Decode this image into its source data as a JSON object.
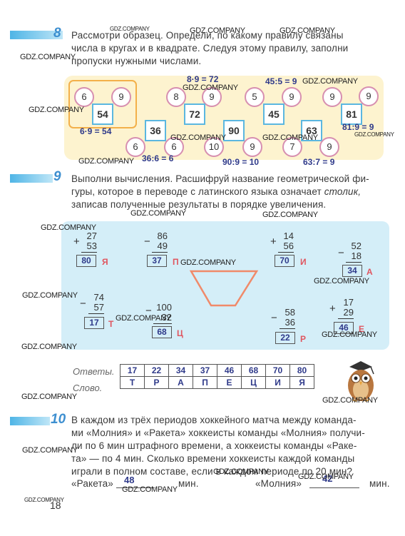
{
  "watermark": "GDZ.COMPANY",
  "task8": {
    "number": "8",
    "line1": "Рассмотри образец. Определи, по какому правилу связаны",
    "line2": "числа в кругах и в квадрате. Следуя этому правилу, заполни",
    "line3": "пропуски нужными числами.",
    "groups": [
      {
        "a": "6",
        "b": "9",
        "sq": "54",
        "eq": "6·9 = 54"
      },
      {
        "a": "8",
        "b": "9",
        "sq": "72",
        "eq": "8·9 = 72"
      },
      {
        "a": "5",
        "b": "9",
        "sq": "45",
        "eq": "45:5 = 9"
      },
      {
        "a": "9",
        "b": "9",
        "sq": "81",
        "eq": "81:9 = 9"
      },
      {
        "a": "6",
        "b": "6",
        "sq": "36",
        "eq": "36:6 = 6"
      },
      {
        "a": "10",
        "b": "9",
        "sq": "90",
        "eq": "90:9 = 10"
      },
      {
        "a": "7",
        "b": "9",
        "sq": "63",
        "eq": "63:7 = 9"
      }
    ]
  },
  "task9": {
    "number": "9",
    "line1": "Выполни вычисления. Расшифруй название геометрической фи-",
    "line2a": "гуры, которое в переводе с латинского языка означает ",
    "line2b": "столик,",
    "line3": "записав полученные результаты в порядке увеличения.",
    "ops": [
      {
        "top": "27",
        "bottom": "53",
        "sign": "+",
        "result": "80",
        "letter": "Я"
      },
      {
        "top": "86",
        "bottom": "49",
        "sign": "−",
        "result": "37",
        "letter": "П"
      },
      {
        "top": "14",
        "bottom": "56",
        "sign": "+",
        "result": "70",
        "letter": "И"
      },
      {
        "top": "52",
        "bottom": "18",
        "sign": "−",
        "result": "34",
        "letter": "А"
      },
      {
        "top": "74",
        "bottom": "57",
        "sign": "−",
        "result": "17",
        "letter": "Т"
      },
      {
        "top": "100",
        "bottom": "32",
        "sign": "−",
        "result": "68",
        "letter": "Ц"
      },
      {
        "top": "58",
        "bottom": "36",
        "sign": "−",
        "result": "22",
        "letter": "Р"
      },
      {
        "top": "17",
        "bottom": "29",
        "sign": "+",
        "result": "46",
        "letter": "Е"
      }
    ],
    "answers_label": "Ответы.",
    "word_label": "Слово.",
    "answers": [
      "17",
      "22",
      "34",
      "37",
      "46",
      "68",
      "70",
      "80"
    ],
    "word": [
      "Т",
      "Р",
      "А",
      "П",
      "Е",
      "Ц",
      "И",
      "Я"
    ]
  },
  "task10": {
    "number": "10",
    "line1": "В каждом из трёх периодов хоккейного матча между команда-",
    "line2": "ми «Молния» и «Ракета» хоккеисты команды «Молния» получи-",
    "line3": "ли по 6 мин штрафного времени, а хоккеисты команды «Раке-",
    "line4": "та» — по 4 мин. Сколько времени хоккеисты каждой команды",
    "line5": "играли в полном составе, если в каждом периоде по 20 мин?",
    "raketa_label": "«Ракета»",
    "raketa_value": "48",
    "molniya_label": "«Молния»",
    "molniya_value": "42",
    "unit": "мин."
  },
  "page_number": "18"
}
